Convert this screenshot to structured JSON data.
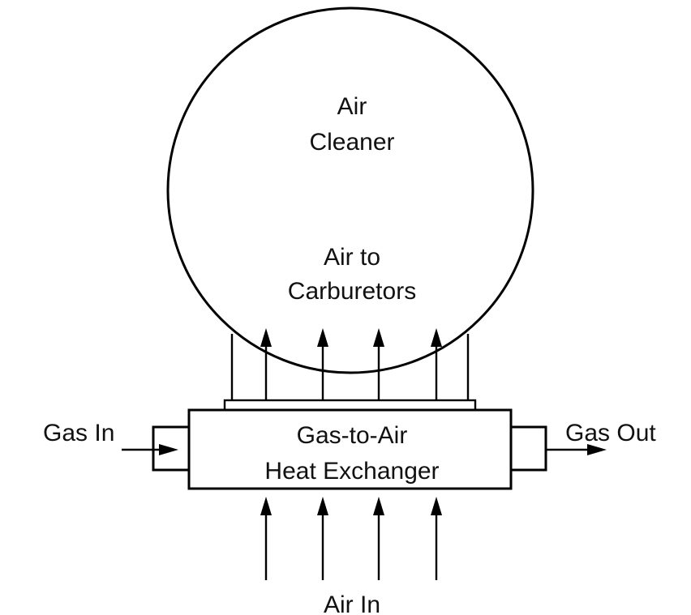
{
  "labels": {
    "air_cleaner_line1": "Air",
    "air_cleaner_line2": "Cleaner",
    "air_to_carb_line1": "Air to",
    "air_to_carb_line2": "Carburetors",
    "gas_in": "Gas In",
    "gas_out": "Gas Out",
    "exchanger_line1": "Gas-to-Air",
    "exchanger_line2": "Heat Exchanger",
    "air_in": "Air In"
  },
  "colors": {
    "stroke": "#000000",
    "text": "#111111",
    "background": "#ffffff"
  }
}
